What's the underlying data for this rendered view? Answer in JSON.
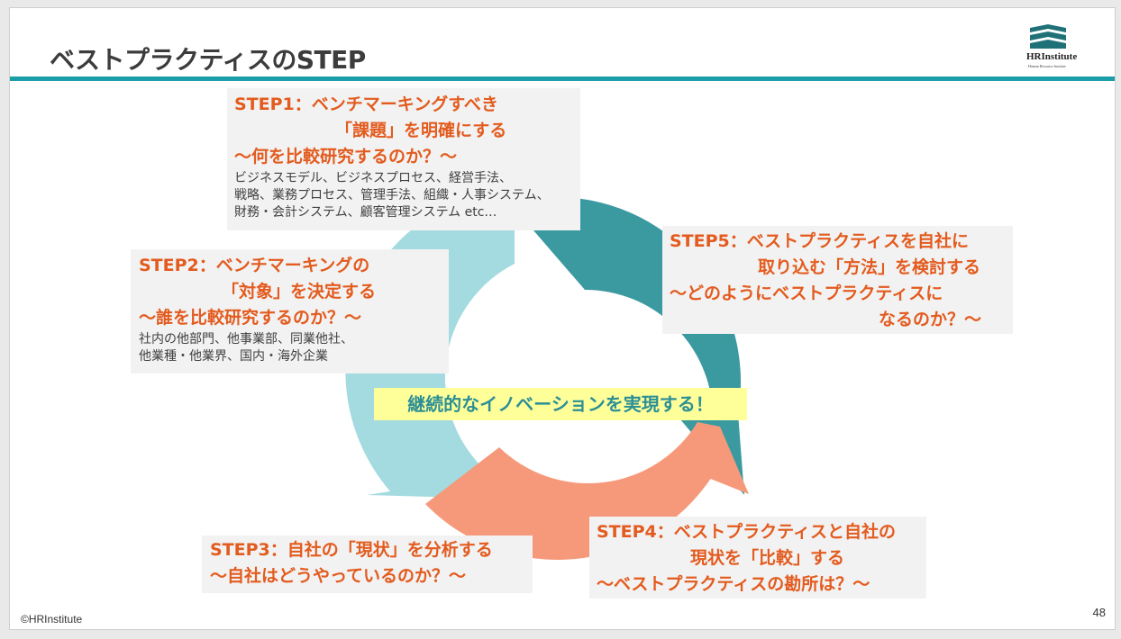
{
  "slide": {
    "title": "ベストプラクティスのSTEP",
    "page_number": "48",
    "copyright": "©HRInstitute"
  },
  "logo": {
    "name": "HRInstitute",
    "subtitle": "Human Resource Institute"
  },
  "colors": {
    "accent_rule": "#1b9ea8",
    "step_heading": "#e35b1e",
    "detail_text": "#404040",
    "arrow_dark_teal": "#3b9aa0",
    "arrow_light_blue": "#a4dbe0",
    "arrow_salmon": "#f6997a",
    "center_label_bg": "#ffff99",
    "center_label_text": "#2c8f96"
  },
  "center_label": "継続的なイノベーションを実現する！",
  "steps": [
    {
      "id": "step1",
      "heading_lines": [
        "STEP1：ベンチマーキングすべき",
        "「課題」を明確にする",
        "～何を比較研究するのか？～"
      ],
      "detail_lines": [
        "ビジネスモデル、ビジネスプロセス、経営手法、",
        "戦略、業務プロセス、管理手法、組織・人事システム、",
        "財務・会計システム、顧客管理システム etc…"
      ]
    },
    {
      "id": "step2",
      "heading_lines": [
        "STEP2：ベンチマーキングの",
        "「対象」を決定する",
        "～誰を比較研究するのか？～"
      ],
      "detail_lines": [
        "社内の他部門、他事業部、同業他社、",
        "他業種・他業界、国内・海外企業"
      ]
    },
    {
      "id": "step3",
      "heading_lines": [
        "STEP3：自社の「現状」を分析する",
        "～自社はどうやっているのか？～"
      ],
      "detail_lines": []
    },
    {
      "id": "step4",
      "heading_lines": [
        "STEP4：ベストプラクティスと自社の",
        "現状を「比較」する",
        "～ベストプラクティスの勘所は？～"
      ],
      "detail_lines": []
    },
    {
      "id": "step5",
      "heading_lines": [
        "STEP5：ベストプラクティスを自社に",
        "取り込む「方法」を検討する",
        "～どのようにベストプラクティスに",
        "なるのか？～"
      ],
      "detail_lines": []
    }
  ]
}
